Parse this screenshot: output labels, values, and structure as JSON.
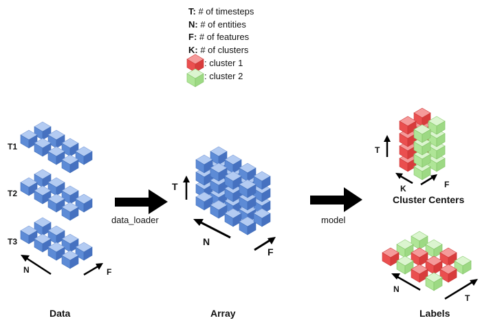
{
  "legend": {
    "lines": [
      {
        "key": "T:",
        "text": " # of timesteps"
      },
      {
        "key": "N:",
        "text": " # of entities"
      },
      {
        "key": "F:",
        "text": " # of features"
      },
      {
        "key": "K:",
        "text": " # of clusters"
      }
    ],
    "cluster1": ": cluster 1",
    "cluster2": ": cluster 2"
  },
  "data_panel": {
    "label": "Data",
    "t_labels": [
      "T1",
      "T2",
      "T3"
    ],
    "n_label": "N",
    "f_label": "F"
  },
  "arrow1_label": "data_loader",
  "array_panel": {
    "label": "Array",
    "t_label": "T",
    "n_label": "N",
    "f_label": "F"
  },
  "arrow2_label": "model",
  "centers_panel": {
    "label": "Cluster Centers",
    "t_label": "T",
    "k_label": "K",
    "f_label": "F"
  },
  "labels_panel": {
    "label": "Labels",
    "n_label": "N",
    "t_label": "T"
  },
  "colors": {
    "blue": "#4f7fcf",
    "red": "#ee4b4b",
    "green": "#a6e38c",
    "arrow": "#000000"
  }
}
